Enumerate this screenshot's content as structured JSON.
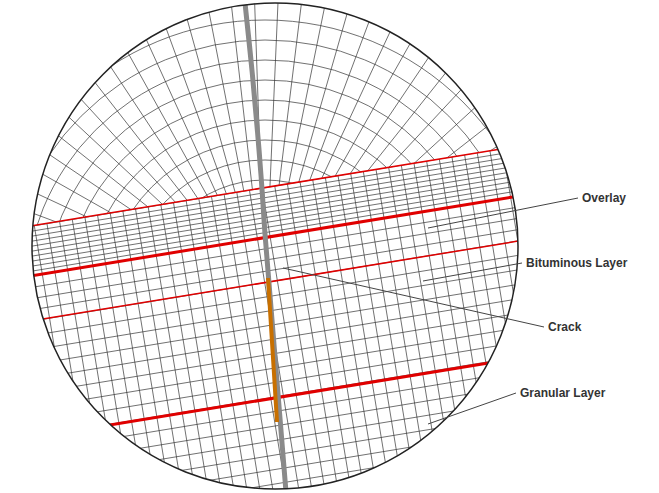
{
  "diagram": {
    "labels": [
      "Overlay",
      "Bituminous Layer",
      "Crack",
      "Granular Layer"
    ]
  }
}
